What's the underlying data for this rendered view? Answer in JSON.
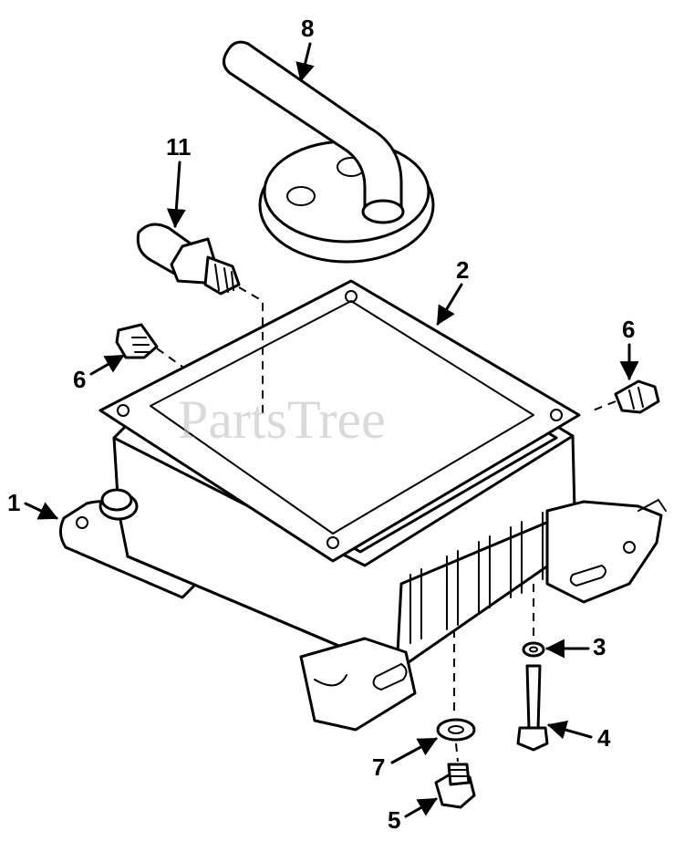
{
  "watermark": "PartsTree",
  "callouts": [
    {
      "id": "1",
      "label": "1"
    },
    {
      "id": "2",
      "label": "2"
    },
    {
      "id": "3",
      "label": "3"
    },
    {
      "id": "4",
      "label": "4"
    },
    {
      "id": "5",
      "label": "5"
    },
    {
      "id": "6a",
      "label": "6"
    },
    {
      "id": "6b",
      "label": "6"
    },
    {
      "id": "7",
      "label": "7"
    },
    {
      "id": "8",
      "label": "8"
    },
    {
      "id": "11",
      "label": "11"
    }
  ]
}
